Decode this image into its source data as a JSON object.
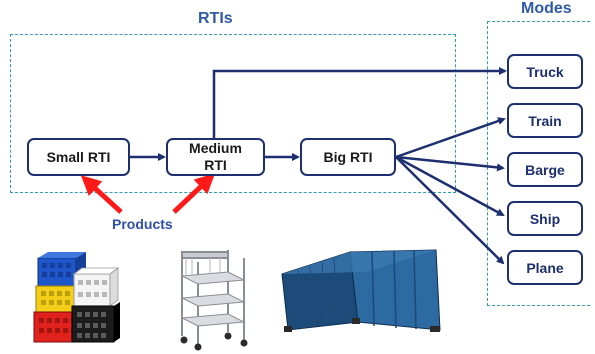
{
  "sections": {
    "rtis_title": "RTIs",
    "modes_title": "Modes"
  },
  "nodes": {
    "small": "Small RTI",
    "medium": "Medium RTI",
    "big": "Big RTI"
  },
  "modes": [
    "Truck",
    "Train",
    "Barge",
    "Ship",
    "Plane"
  ],
  "products_label": "Products",
  "colors": {
    "flow_arrow": "#1d2f6f",
    "product_arrow": "#ff1a1a",
    "frame": "#2f9bb5",
    "title": "#2f5aa8"
  },
  "images": [
    "crates-icon",
    "rolling-cart-icon",
    "shipping-container-icon"
  ]
}
